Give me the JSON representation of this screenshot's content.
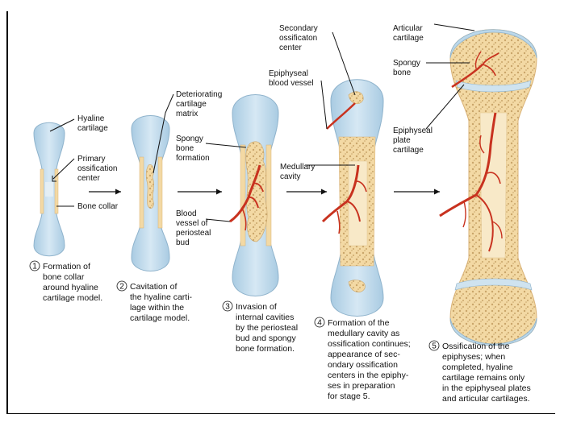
{
  "labels": {
    "hyaline_cartilage": [
      "Hyaline",
      "cartilage"
    ],
    "primary_ossification": [
      "Primary",
      "ossification",
      "center"
    ],
    "bone_collar": [
      "Bone collar"
    ],
    "deteriorating_matrix": [
      "Deteriorating",
      "cartilage",
      "matrix"
    ],
    "spongy_bone_formation": [
      "Spongy",
      "bone",
      "formation"
    ],
    "blood_vessel_periosteal": [
      "Blood",
      "vessel of",
      "periosteal",
      "bud"
    ],
    "secondary_ossification": [
      "Secondary",
      "ossificaton",
      "center"
    ],
    "epiphyseal_blood_vessel": [
      "Epiphyseal",
      "blood vessel"
    ],
    "medullary_cavity": [
      "Medullary",
      "cavity"
    ],
    "articular_cartilage": [
      "Articular",
      "cartilage"
    ],
    "spongy_bone": [
      "Spongy",
      "bone"
    ],
    "epiphyseal_plate": [
      "Epiphyseal",
      "plate",
      "cartilage"
    ]
  },
  "stages": [
    {
      "number": "1",
      "caption": [
        "Formation of",
        "bone collar",
        "around hyaline",
        "cartilage model."
      ]
    },
    {
      "number": "2",
      "caption": [
        "Cavitation of",
        "the hyaline carti-",
        "lage within the",
        "cartilage model."
      ]
    },
    {
      "number": "3",
      "caption": [
        "Invasion of",
        "internal cavities",
        "by the periosteal",
        "bud and spongy",
        "bone formation."
      ]
    },
    {
      "number": "4",
      "caption": [
        "Formation of the",
        "medullary cavity as",
        "ossification continues;",
        "appearance of sec-",
        "ondary ossification",
        "centers in the epiphy-",
        "ses in preparation",
        "for stage 5."
      ]
    },
    {
      "number": "5",
      "caption": [
        "Ossification of the",
        "epiphyses; when",
        "completed, hyaline",
        "cartilage remains only",
        "in the epiphyseal plates",
        "and articular cartilages."
      ]
    }
  ],
  "colors": {
    "cartilage": "#bcd8ea",
    "cartilage_edge": "#8fb3cc",
    "bone": "#f3d9a4",
    "bone_edge": "#d9b277",
    "spongy": "#ecc98a",
    "vessel": "#c8321f",
    "cavity": "#f8e9c8"
  }
}
